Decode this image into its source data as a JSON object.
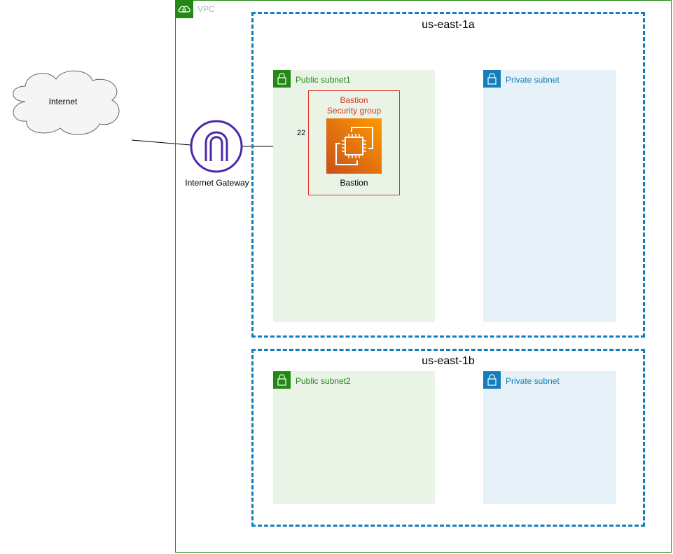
{
  "internet": {
    "label": "Internet"
  },
  "vpc": {
    "label": "VPC"
  },
  "gateway": {
    "label": "Internet Gateway"
  },
  "connection": {
    "port_label": "22"
  },
  "zones": [
    {
      "title": "us-east-1a",
      "public_subnet": "Public subnet1",
      "private_subnet": "Private subnet"
    },
    {
      "title": "us-east-1b",
      "public_subnet": "Public subnet2",
      "private_subnet": "Private subnet"
    }
  ],
  "security_group": {
    "label": "Bastion\nSecurity group",
    "line1": "Bastion",
    "line2": "Security group"
  },
  "instance": {
    "label": "Bastion"
  },
  "colors": {
    "vpc": "#248814",
    "availability_zone": "#147eba",
    "public_subnet_fill": "#e9f3e6",
    "private_subnet_fill": "#e6f2f8",
    "security_group": "#dd3522",
    "internet_gateway": "#4d27aa",
    "ec2": "#ff9900"
  },
  "icons": {
    "vpc": "cloud-lock-icon",
    "subnet": "padlock-icon",
    "gateway": "internet-gateway-icon",
    "instance": "ec2-instance-icon",
    "internet": "cloud-icon"
  }
}
